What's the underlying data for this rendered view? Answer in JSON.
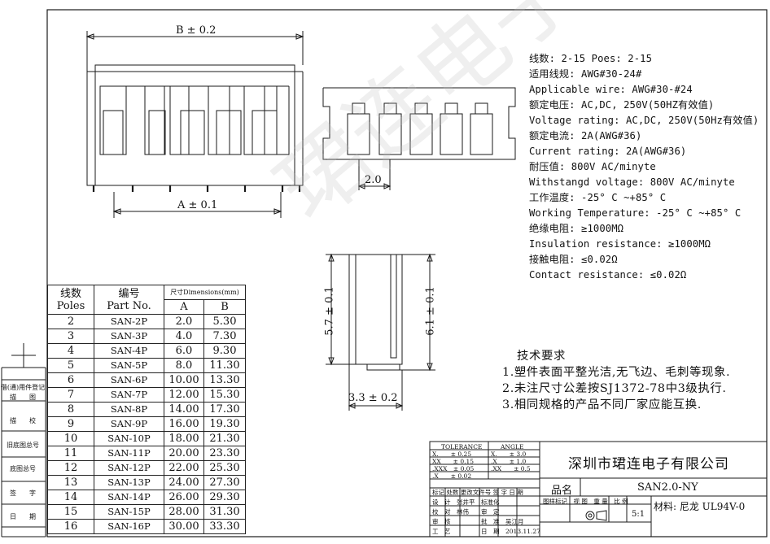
{
  "dims": {
    "b_label": "B ± 0.2",
    "a_label": "A ± 0.1",
    "pitch_label": "2.0",
    "h1_label": "5.7 ± 0.1",
    "h2_label": "6.1 ± 0.1",
    "d_label": "3.3 ± 0.2"
  },
  "specs": [
    "线数: 2-15 Poes: 2-15",
    "适用线规: AWG#30-24#",
    "Applicable wire: AWG#30-#24",
    "额定电压: AC,DC, 250V(50HZ有效值)",
    "Voltage rating: AC,DC, 250V(50Hz有效值)",
    "额定电流: 2A(AWG#36)",
    "Current rating: 2A(AWG#36)",
    "耐压值: 800V AC/minyte",
    "Withstangd voltage: 800V AC/minyte",
    "工作温度: -25° C ~+85° C",
    "Working Temperature: -25° C ~+85° C",
    "绝缘电阻: ≥1000MΩ",
    "Insulation resistance: ≥1000MΩ",
    "接触电阻: ≤0.02Ω",
    "Contact resistance: ≤0.02Ω"
  ],
  "requirements": {
    "title": "技术要求",
    "items": [
      "1.塑件表面平整光洁,无飞边、毛刺等现象.",
      "2.未注尺寸公差按SJ1372-78中3级执行.",
      "3.相同规格的产品不同厂家应能互换."
    ]
  },
  "table": {
    "h_poles_cn": "线数",
    "h_poles_en": "Poles",
    "h_part_cn": "编号",
    "h_part_en": "Part No.",
    "h_dims": "尺寸Dimensions(mm)",
    "h_a": "A",
    "h_b": "B",
    "rows": [
      [
        "2",
        "SAN-2P",
        "2.0",
        "5.30"
      ],
      [
        "3",
        "SAN-3P",
        "4.0",
        "7.30"
      ],
      [
        "4",
        "SAN-4P",
        "6.0",
        "9.30"
      ],
      [
        "5",
        "SAN-5P",
        "8.0",
        "11.30"
      ],
      [
        "6",
        "SAN-6P",
        "10.00",
        "13.30"
      ],
      [
        "7",
        "SAN-7P",
        "12.00",
        "15.30"
      ],
      [
        "8",
        "SAN-8P",
        "14.00",
        "17.30"
      ],
      [
        "9",
        "SAN-9P",
        "16.00",
        "19.30"
      ],
      [
        "10",
        "SAN-10P",
        "18.00",
        "21.30"
      ],
      [
        "11",
        "SAN-11P",
        "20.00",
        "23.30"
      ],
      [
        "12",
        "SAN-12P",
        "22.00",
        "25.30"
      ],
      [
        "13",
        "SAN-13P",
        "24.00",
        "27.30"
      ],
      [
        "14",
        "SAN-14P",
        "26.00",
        "29.30"
      ],
      [
        "15",
        "SAN-15P",
        "28.00",
        "31.30"
      ],
      [
        "16",
        "SAN-16P",
        "30.00",
        "33.30"
      ]
    ]
  },
  "sidebar": [
    "借(通)用件登记",
    "描　　图",
    "描　　校",
    "旧底图总号",
    "底图总号",
    "签　　字",
    "日　　期"
  ],
  "titleblock": {
    "company": "深圳市珺连电子有限公司",
    "product_label": "品名",
    "product": "SAN2.0-NY",
    "material": "材料: 尼龙 UL94V-0",
    "scale": "5:1",
    "tol_title": "TOLERANCE",
    "angle_title": "ANGLE",
    "tol_rows": [
      "X.　　± 0.25",
      "XX　　± 0.15",
      ".XXX　± 0.05",
      ".X　　± 0.02"
    ],
    "angle_rows": [
      "X.　　± 3.0",
      ".X　　± 1.0",
      ".XX　　± 0.5"
    ],
    "rev_header": "标记 处数 更改文件号 签 字 日 期",
    "row_design": "设　计　张井平　标准化",
    "row_check": "校　对　林伟　　审　定",
    "row_review": "审　核　　　　　批　准　吴江月",
    "row_craft": "工　艺　　　　　日　期　2013.11.27",
    "fig_header": "图样标记　视 图　重 量　比 例",
    "watermark": "珺连电子"
  }
}
